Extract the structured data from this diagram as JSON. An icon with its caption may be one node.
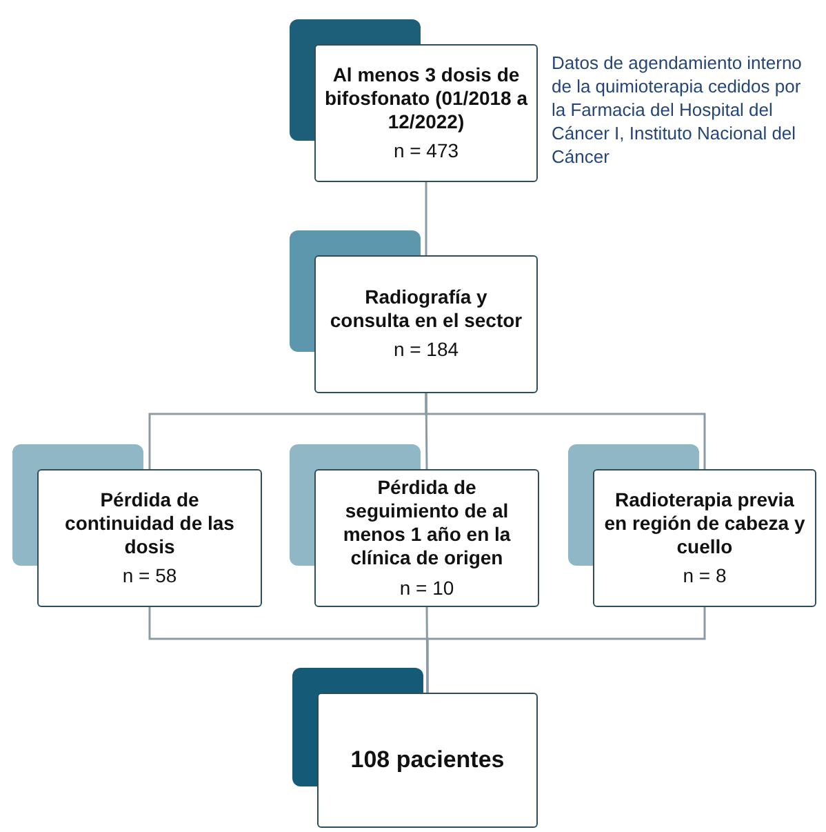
{
  "diagram": {
    "nodes": [
      {
        "text": [
          "Al menos 3 dosis de bifosfonato (01/2018 a 12/2022)",
          "n = 473"
        ],
        "beside": [
          "Datos de agendamiento interno de la quimioterapia cedidos por la Farmacia del Hospital del Cáncer I, Instituto Nacional del Cáncer"
        ]
      },
      {
        "text": [
          "Radiografía y consulta en el sector",
          "n = 184"
        ]
      },
      {
        "text": [
          "Pérdida de continuidad de las dosis",
          "n = 58"
        ]
      },
      {
        "text": [
          "Pérdida de seguimiento de al menos 1 año en la clínica de origen",
          "n = 10"
        ]
      },
      {
        "text": [
          "Radioterapia previa en región de cabeza y cuello",
          "n = 8"
        ]
      },
      {
        "text": [
          "108 pacientes"
        ]
      }
    ],
    "edges": [
      {
        "from": 0,
        "to": 1,
        "arrow": "none"
      },
      {
        "from": 1,
        "to": 2,
        "arrow": "none"
      },
      {
        "from": 1,
        "to": 3,
        "arrow": "none"
      },
      {
        "from": 1,
        "to": 4,
        "arrow": "none"
      },
      {
        "from": 2,
        "to": 5,
        "arrow": "none"
      },
      {
        "from": 3,
        "to": 5,
        "arrow": "none"
      },
      {
        "from": 4,
        "to": 5,
        "arrow": "none"
      }
    ]
  }
}
